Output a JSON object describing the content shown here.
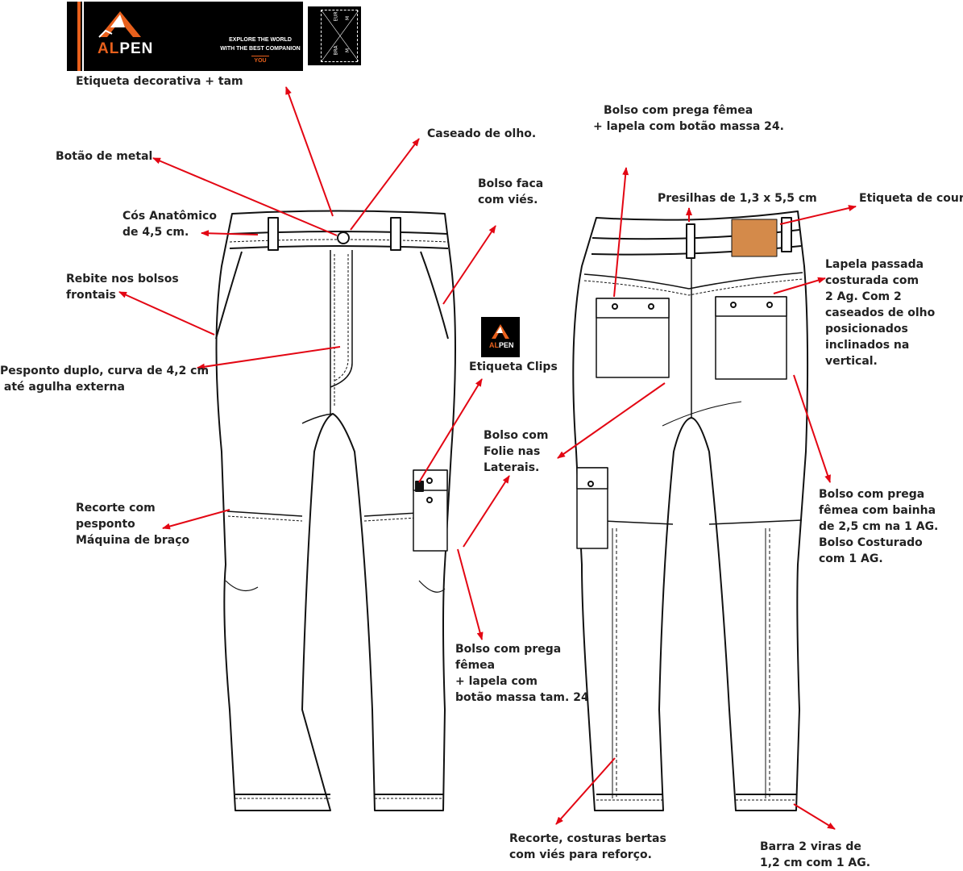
{
  "brand": {
    "logo_prefix": "AL",
    "logo_suffix": "PEN",
    "tagline_line1": "EXPLORE THE WORLD",
    "tagline_line2": "WITH THE BEST COMPANION",
    "tagline_you": "YOU",
    "size_tag": {
      "top_left": "EUR",
      "top_right": "M",
      "bottom_left": "BRA",
      "bottom_right": "M"
    },
    "accent_color": "#e8601c",
    "arrow_color": "#e30613",
    "leather_color": "#d48a4a"
  },
  "annotations": {
    "etiqueta_decorativa": [
      "Etiqueta decorativa + tam"
    ],
    "caseado": [
      "Caseado de olho."
    ],
    "botao_metal": [
      "Botão de metal"
    ],
    "bolso_faca": [
      "Bolso faca",
      "com viés."
    ],
    "cos": [
      "Cós Anatômico",
      "de 4,5 cm."
    ],
    "rebite": [
      "Rebite nos bolsos",
      "frontais"
    ],
    "pesponto": [
      "Pesponto duplo, curva de 4,2 cm",
      " até agulha externa"
    ],
    "etiqueta_clips": [
      "Etiqueta Clips"
    ],
    "bolso_folie": [
      "Bolso com",
      "Folie nas",
      "Laterais."
    ],
    "recorte_frente": [
      "Recorte com",
      "pesponto",
      "Máquina de braço"
    ],
    "bolso_prega_frente": [
      "Bolso com prega",
      "fêmea",
      "+ lapela com",
      "botão massa tam. 24"
    ],
    "bolso_prega_costas": [
      "Bolso com prega fêmea",
      "+ lapela com botão massa 24."
    ],
    "presilhas": [
      "Presilhas de 1,3 x 5,5 cm"
    ],
    "etiqueta_couro": [
      "Etiqueta de couro"
    ],
    "lapela": [
      "Lapela passada",
      "costurada com",
      "2 Ag. Com 2",
      "caseados de olho",
      "posicionados",
      "inclinados na",
      "vertical."
    ],
    "bolso_bainha": [
      "Bolso com prega",
      "fêmea com bainha",
      "de 2,5 cm na 1 AG.",
      "Bolso Costurado",
      "com 1 AG."
    ],
    "recorte_costas": [
      "Recorte, costuras bertas",
      "com viés para reforço."
    ],
    "barra": [
      "Barra 2 viras de",
      "1,2 cm com 1 AG."
    ]
  }
}
